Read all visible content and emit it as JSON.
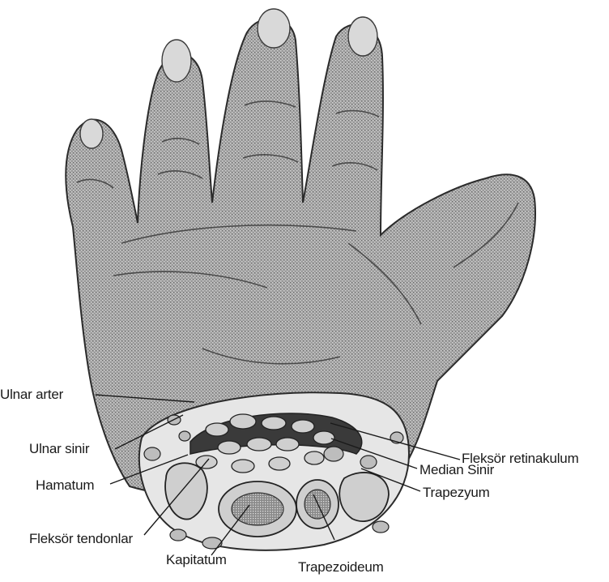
{
  "labels": {
    "ulnar_arter": "Ulnar arter",
    "ulnar_sinir": "Ulnar sinir",
    "hamatum": "Hamatum",
    "fleksor_tendonlar": "Fleksör tendonlar",
    "kapitatum": "Kapitatum",
    "trapezoideum": "Trapezoideum",
    "trapezyum": "Trapezyum",
    "median_sinir": "Median Sinir",
    "fleksor_retinakulum": "Fleksör retinakulum"
  }
}
